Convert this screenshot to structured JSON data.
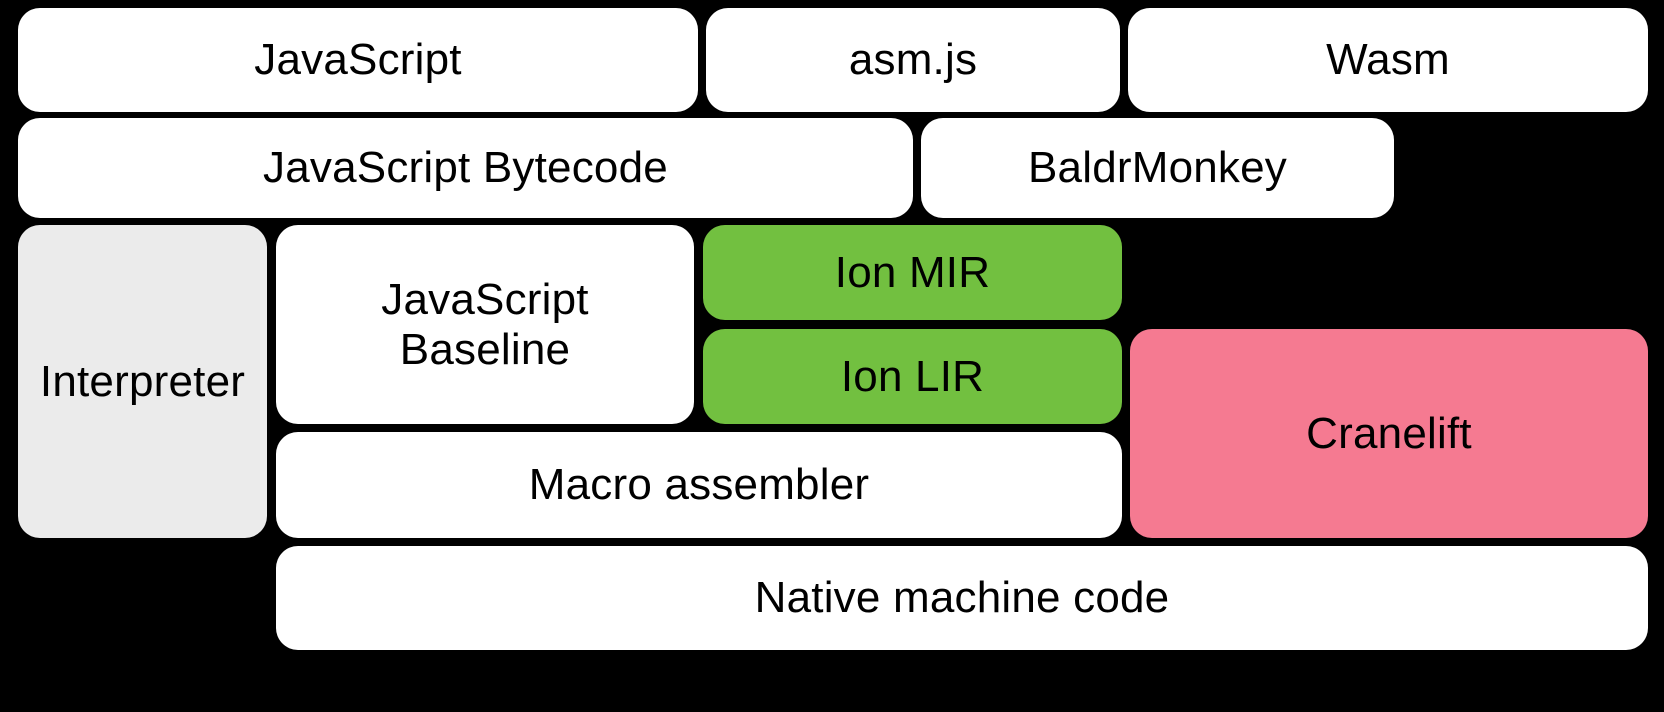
{
  "diagram": {
    "type": "layered-stack",
    "title": "SpiderMonkey execution tiers",
    "background_color": "#000000",
    "palette": {
      "white": "#ffffff",
      "gray": "#ebebeb",
      "green": "#72c040",
      "pink": "#f57a91"
    },
    "rows": [
      {
        "name": "source-languages",
        "nodes": [
          "javascript",
          "asmjs",
          "wasm"
        ]
      },
      {
        "name": "intermediate-representations",
        "nodes": [
          "javascript-bytecode",
          "baldrmonkey"
        ]
      },
      {
        "name": "execution-tiers",
        "nodes": [
          "interpreter",
          "javascript-baseline",
          "ion-mir",
          "ion-lir",
          "cranelift"
        ]
      },
      {
        "name": "codegen",
        "nodes": [
          "macro-assembler"
        ]
      },
      {
        "name": "output",
        "nodes": [
          "native-machine-code"
        ]
      }
    ]
  },
  "nodes": {
    "javascript": {
      "label": "JavaScript",
      "color": "#ffffff",
      "color_name": "white"
    },
    "asmjs": {
      "label": "asm.js",
      "color": "#ffffff",
      "color_name": "white"
    },
    "wasm": {
      "label": "Wasm",
      "color": "#ffffff",
      "color_name": "white"
    },
    "javascript_bytecode": {
      "label": "JavaScript Bytecode",
      "color": "#ffffff",
      "color_name": "white"
    },
    "baldrmonkey": {
      "label": "BaldrMonkey",
      "color": "#ffffff",
      "color_name": "white"
    },
    "interpreter": {
      "label": "Interpreter",
      "color": "#ebebeb",
      "color_name": "gray"
    },
    "javascript_baseline": {
      "label": "JavaScript\nBaseline",
      "color": "#ffffff",
      "color_name": "white"
    },
    "ion_mir": {
      "label": "Ion MIR",
      "color": "#72c040",
      "color_name": "green"
    },
    "ion_lir": {
      "label": "Ion LIR",
      "color": "#72c040",
      "color_name": "green"
    },
    "cranelift": {
      "label": "Cranelift",
      "color": "#f57a91",
      "color_name": "pink"
    },
    "macro_assembler": {
      "label": "Macro assembler",
      "color": "#ffffff",
      "color_name": "white"
    },
    "native_machine_code": {
      "label": "Native machine code",
      "color": "#ffffff",
      "color_name": "white"
    }
  }
}
